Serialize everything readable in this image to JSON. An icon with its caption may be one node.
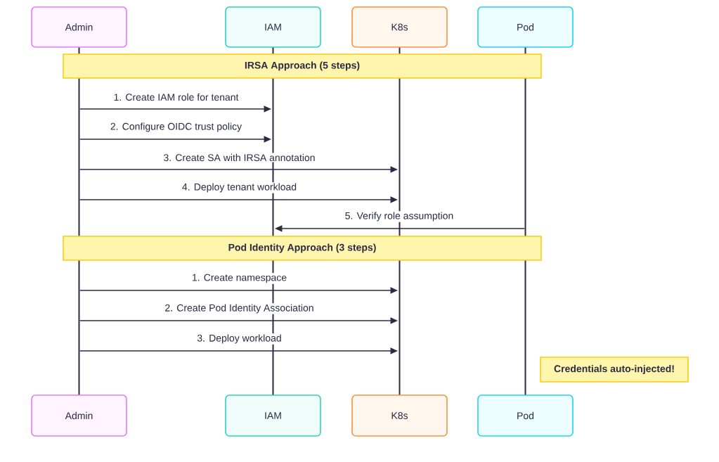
{
  "diagram": {
    "nodes": [
      {
        "text": [
          "Admin"
        ]
      },
      {
        "text": [
          "IAM"
        ]
      },
      {
        "text": [
          "K8s"
        ]
      },
      {
        "text": [
          "Pod"
        ]
      },
      {
        "text": [
          "IRSA Approach (5 steps)"
        ]
      },
      {
        "text": [
          "Pod Identity Approach (3 steps)"
        ]
      },
      {
        "text": [
          "Credentials auto-injected!"
        ]
      },
      {
        "text": [
          "Admin"
        ]
      },
      {
        "text": [
          "IAM"
        ]
      },
      {
        "text": [
          "K8s"
        ]
      },
      {
        "text": [
          "Pod"
        ]
      },
      {
        "text": [],
        "shape": "bar"
      },
      {
        "text": [],
        "shape": "bar"
      },
      {
        "text": [],
        "shape": "bar"
      },
      {
        "text": [],
        "shape": "bar"
      }
    ],
    "edges": [
      {
        "from": 11,
        "to": 12,
        "arrow": "to",
        "label": "1. Create IAM role for tenant"
      },
      {
        "from": 11,
        "to": 12,
        "arrow": "to",
        "label": "2. Configure OIDC trust policy"
      },
      {
        "from": 11,
        "to": 13,
        "arrow": "to",
        "label": "3. Create SA with IRSA annotation"
      },
      {
        "from": 11,
        "to": 13,
        "arrow": "to",
        "label": "4. Deploy tenant workload"
      },
      {
        "from": 14,
        "to": 12,
        "arrow": "to",
        "label": "5. Verify role assumption"
      },
      {
        "from": 11,
        "to": 13,
        "arrow": "to",
        "label": "1. Create namespace"
      },
      {
        "from": 11,
        "to": 13,
        "arrow": "to",
        "label": "2. Create Pod Identity Association"
      },
      {
        "from": 11,
        "to": 13,
        "arrow": "to",
        "label": "3. Deploy workload"
      }
    ]
  }
}
